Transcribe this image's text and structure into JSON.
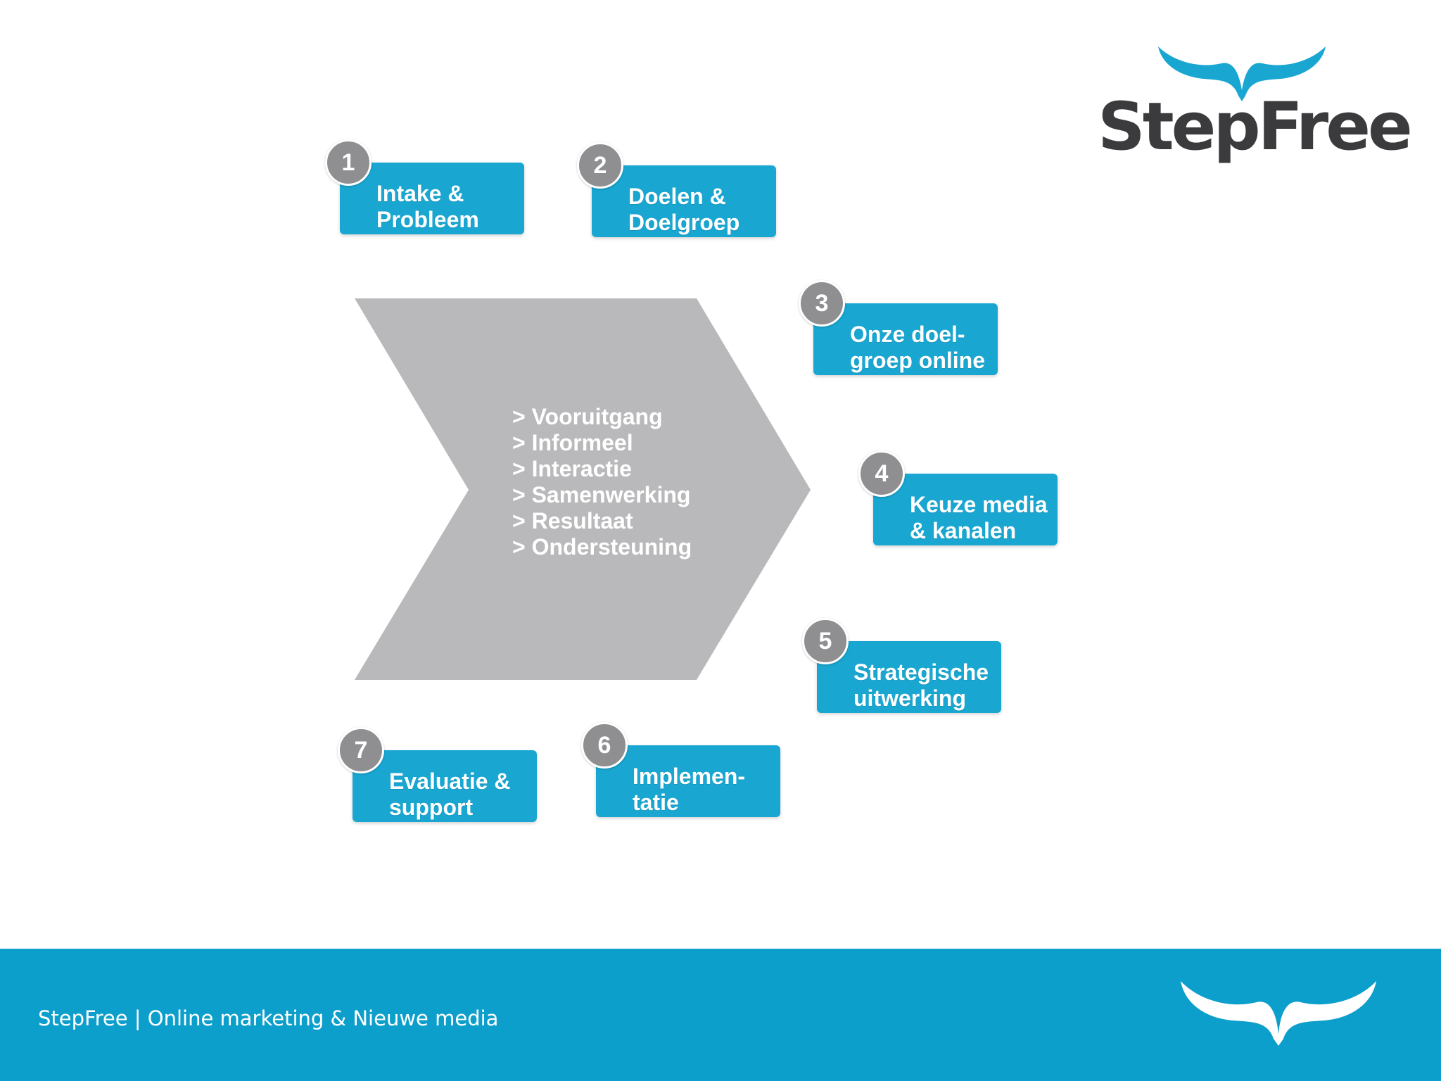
{
  "brand": {
    "logo_text": "StepFree",
    "logo_mark_icon": "wave-mustache-icon",
    "color_primary": "#19a7d2",
    "color_dark_text": "#3b3b3d"
  },
  "diagram": {
    "center_items": [
      "> Vooruitgang",
      "> Informeel",
      "> Interactie",
      "> Samenwerking",
      "> Resultaat",
      "> Ondersteuning"
    ],
    "steps": [
      {
        "number": "1",
        "line1": "Intake &",
        "line2": "Probleem"
      },
      {
        "number": "2",
        "line1": "Doelen &",
        "line2": "Doelgroep"
      },
      {
        "number": "3",
        "line1": "Onze doel-",
        "line2": "groep online"
      },
      {
        "number": "4",
        "line1": "Keuze media",
        "line2": "& kanalen"
      },
      {
        "number": "5",
        "line1": "Strategische",
        "line2": "uitwerking"
      },
      {
        "number": "6",
        "line1": "Implemen-",
        "line2": "tatie"
      },
      {
        "number": "7",
        "line1": "Evaluatie &",
        "line2": "support"
      }
    ]
  },
  "footer": {
    "text": "StepFree | Online marketing & Nieuwe media",
    "background_color": "#0d9fcc",
    "mark_icon": "wave-mustache-icon"
  }
}
